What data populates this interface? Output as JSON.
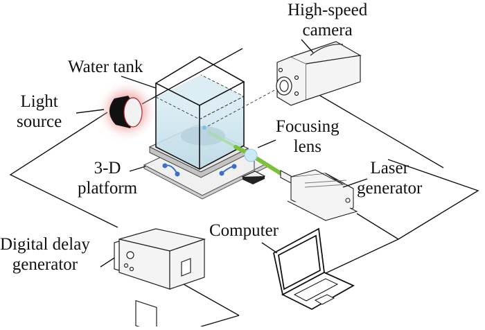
{
  "figure": {
    "type": "experimental-setup-schematic",
    "labels": {
      "high_speed_camera": [
        "High-speed",
        "camera"
      ],
      "water_tank": [
        "Water tank"
      ],
      "light_source": [
        "Light",
        "source"
      ],
      "focusing_lens": [
        "Focusing",
        "lens"
      ],
      "platform": [
        "3-D",
        "platform"
      ],
      "laser_generator": [
        "Laser",
        "generator"
      ],
      "computer": [
        "Computer"
      ],
      "delay_generator": [
        "Digital delay",
        "generator"
      ]
    },
    "colors": {
      "line": "#111111",
      "water": "#cfe6f0",
      "light_glow": "#e06060",
      "laser_beam": "#7dc03a",
      "platform_joint": "#3a6fc9",
      "lens": "#c9e9f7",
      "device_fill": "#f4f4f4"
    },
    "components": [
      "water-tank",
      "light-source",
      "high-speed-camera",
      "focusing-lens",
      "laser-generator",
      "3d-platform",
      "digital-delay-generator",
      "computer"
    ]
  }
}
